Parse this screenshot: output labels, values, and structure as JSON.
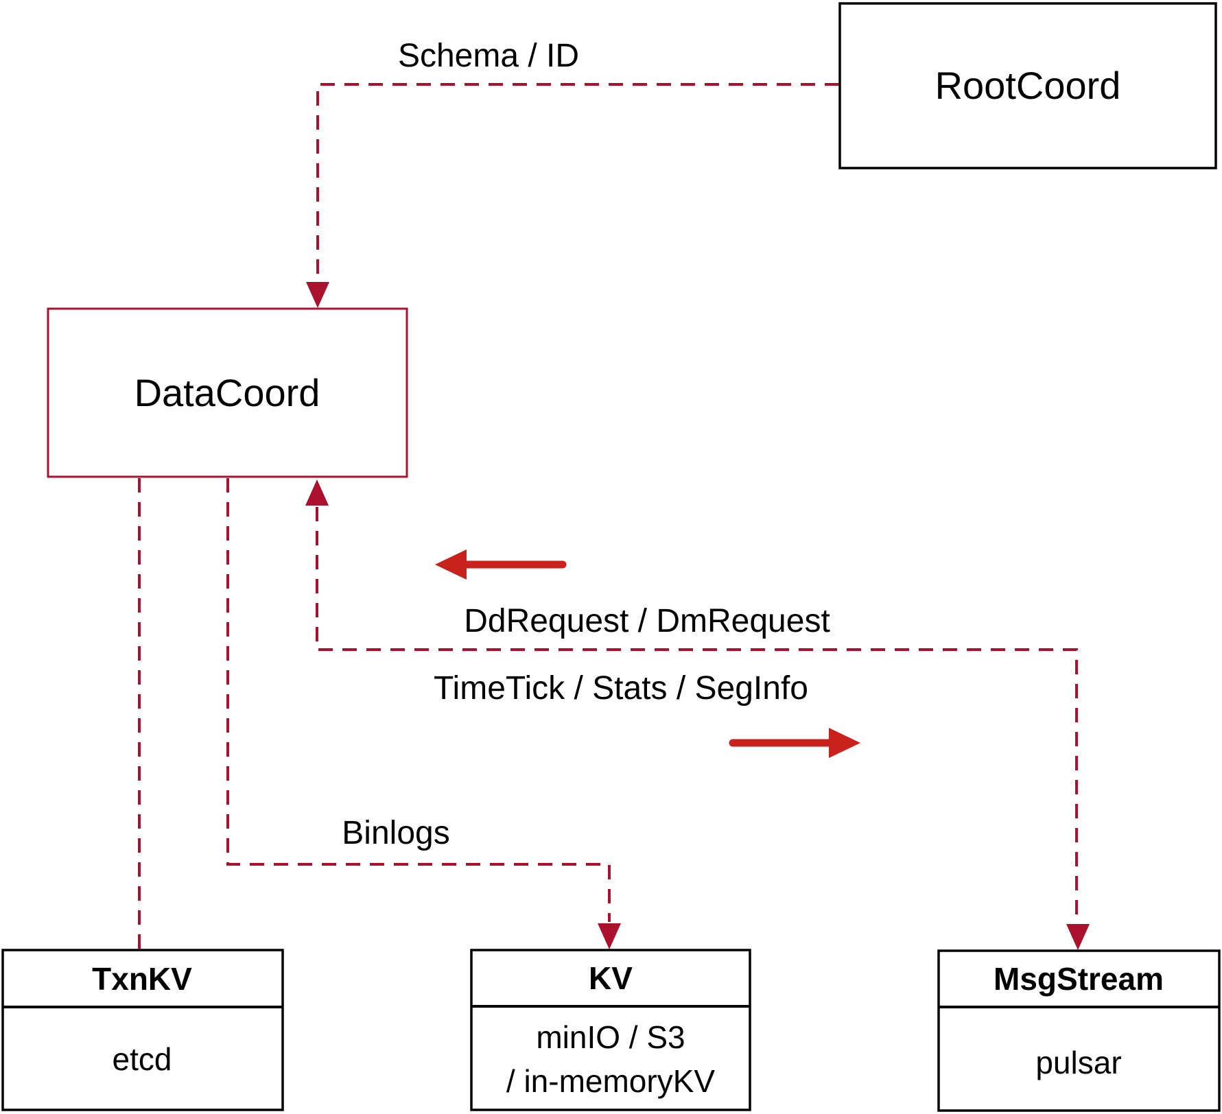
{
  "diagram": {
    "nodes": {
      "root_coord": {
        "label": "RootCoord"
      },
      "data_coord": {
        "label": "DataCoord"
      },
      "txn_kv": {
        "title": "TxnKV",
        "body": "etcd"
      },
      "kv": {
        "title": "KV",
        "body_line1": "minIO / S3",
        "body_line2": "/ in-memoryKV"
      },
      "msg_stream": {
        "title": "MsgStream",
        "body": "pulsar"
      }
    },
    "edge_labels": {
      "schema_id": "Schema / ID",
      "dd_request": "DdRequest / DmRequest",
      "time_tick": "TimeTick / Stats / SegInfo",
      "binlogs": "Binlogs"
    },
    "colors": {
      "crimson": "#AB102C",
      "arrow_red": "#C9211B",
      "black": "#000000",
      "background": "#FFFFFF"
    }
  }
}
